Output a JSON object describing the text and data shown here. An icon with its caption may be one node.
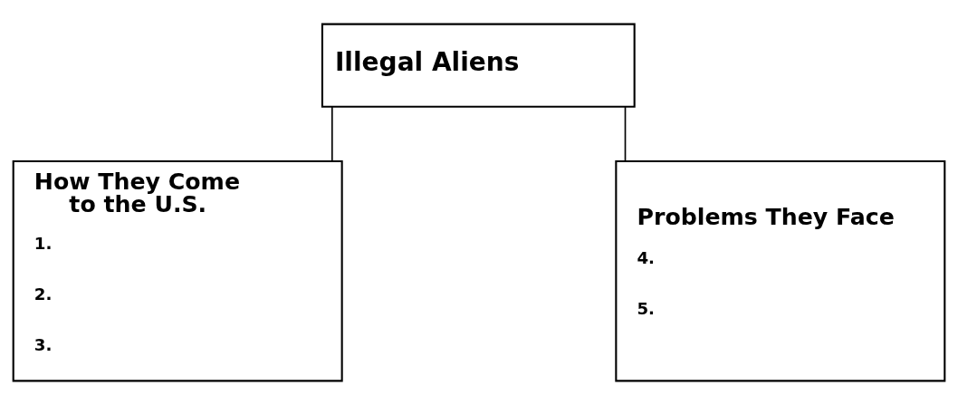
{
  "diagram": {
    "nodes": [
      {
        "text": [
          "Illegal Aliens"
        ]
      },
      {
        "text": [
          "How They Come to the U.S.",
          "1.",
          "2.",
          "3."
        ]
      },
      {
        "text": [
          "Problems They Face",
          "4.",
          "5."
        ]
      }
    ],
    "edges": [
      {
        "from": 0,
        "to": 1,
        "arrow": "none"
      },
      {
        "from": 0,
        "to": 2,
        "arrow": "none"
      }
    ]
  }
}
